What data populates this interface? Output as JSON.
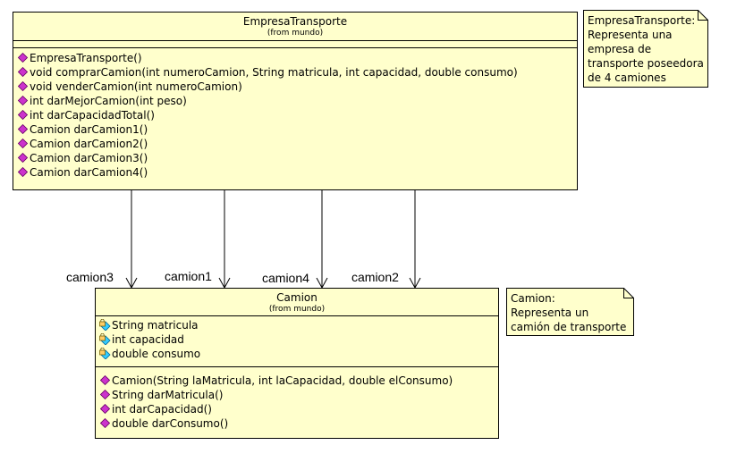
{
  "empresa": {
    "name": "EmpresaTransporte",
    "from": "(from mundo)",
    "operations": [
      "EmpresaTransporte()",
      "void comprarCamion(int numeroCamion, String matricula, int capacidad, double consumo)",
      "void venderCamion(int numeroCamion)",
      "int darMejorCamion(int peso)",
      "int darCapacidadTotal()",
      "Camion darCamion1()",
      "Camion darCamion2()",
      "Camion darCamion3()",
      "Camion darCamion4()"
    ]
  },
  "camion": {
    "name": "Camion",
    "from": "(from mundo)",
    "attributes": [
      "String matricula",
      "int capacidad",
      "double consumo"
    ],
    "operations": [
      "Camion(String laMatricula, int laCapacidad, double elConsumo)",
      "String darMatricula()",
      "int darCapacidad()",
      "double darConsumo()"
    ]
  },
  "notes": {
    "empresa": [
      "EmpresaTransporte:",
      "Representa una",
      "empresa de",
      "transporte poseedora",
      "de 4 camiones"
    ],
    "camion": [
      "Camion:",
      "Representa un",
      "camión de transporte"
    ]
  },
  "roles": [
    "camion3",
    "camion1",
    "camion4",
    "camion2"
  ],
  "colors": {
    "class_fill": "#ffffcc",
    "op_icon": "#cc33cc",
    "attr_icon": "#33ccff"
  }
}
